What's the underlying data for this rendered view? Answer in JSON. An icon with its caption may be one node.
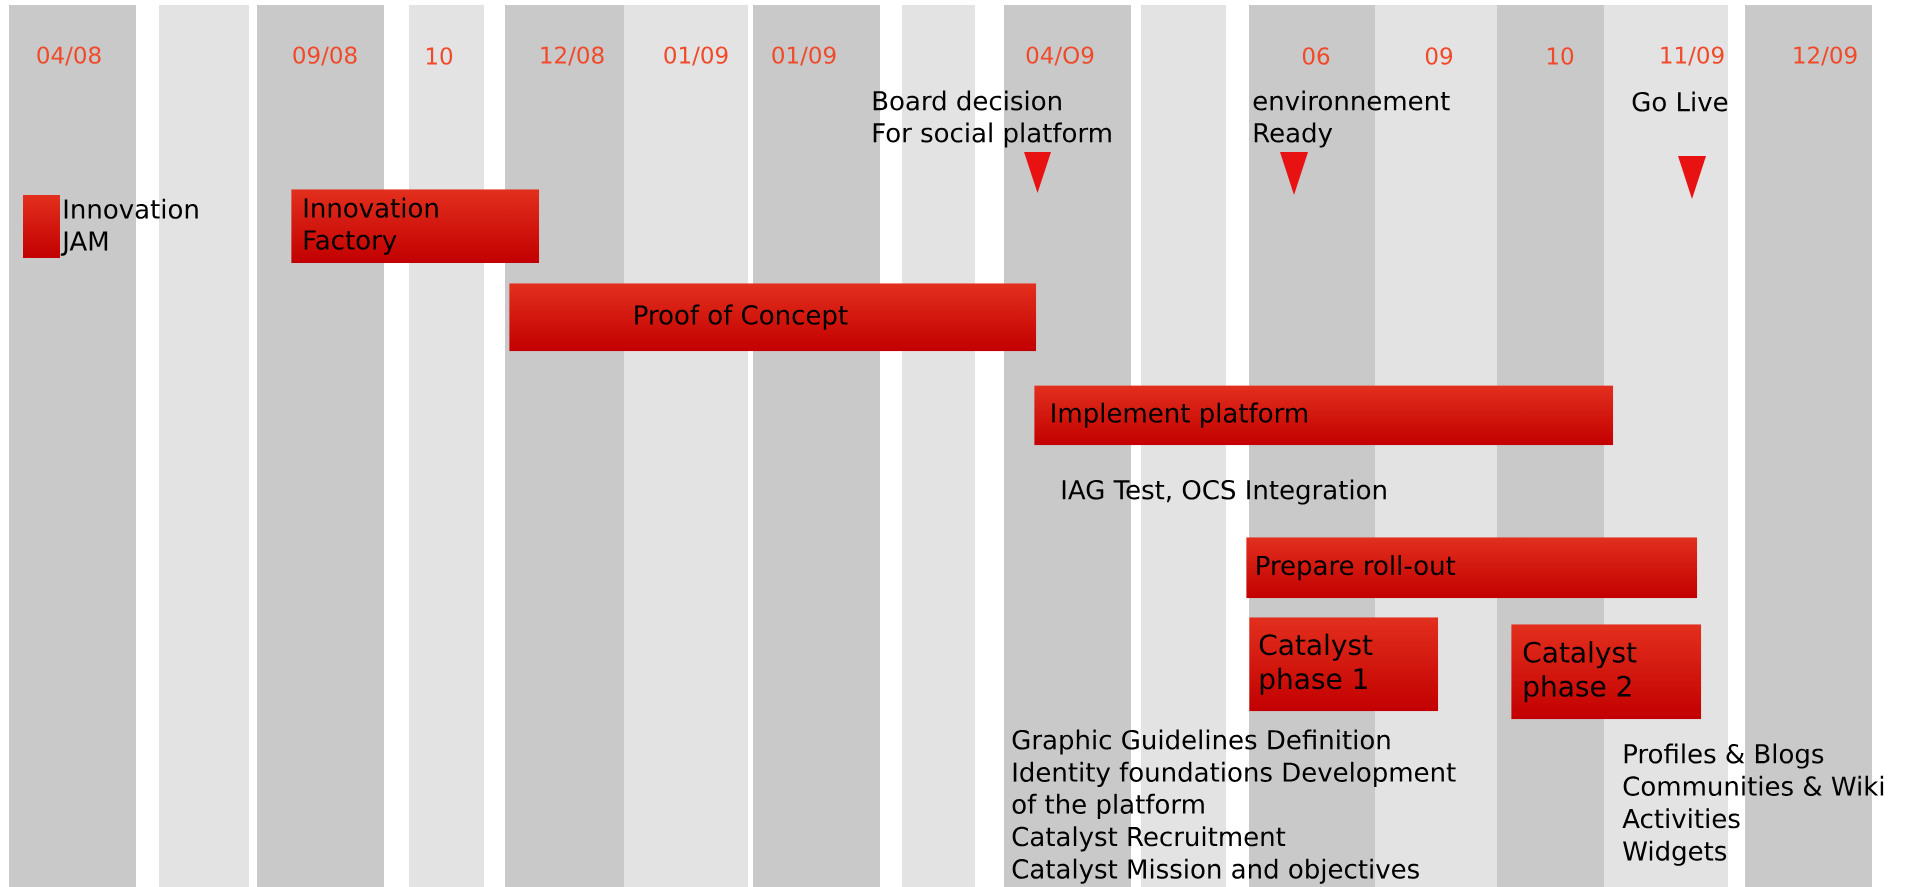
{
  "diagram": {
    "nodes": [
      {
        "text": [
          "Innovation JAM"
        ]
      },
      {
        "text": [
          "Innovation Factory"
        ]
      },
      {
        "text": [
          "Proof of Concept"
        ]
      },
      {
        "text": [
          "Implement platform"
        ],
        "beside": [
          "IAG Test, OCS Integration"
        ]
      },
      {
        "text": [
          "Prepare roll-out"
        ]
      },
      {
        "text": [
          "Catalyst phase 1"
        ],
        "beside": [
          "Graphic Guidelines Definition",
          "Identity foundations Development of the platform",
          "Catalyst Recruitment",
          "Catalyst Mission and objectives"
        ]
      },
      {
        "text": [
          "Catalyst phase 2"
        ],
        "beside": [
          "Profiles & Blogs",
          "Communities & Wiki",
          "Activities",
          "Widgets"
        ]
      },
      {
        "text": [
          "Board decision For social platform"
        ]
      },
      {
        "text": [
          "environnement Ready"
        ]
      },
      {
        "text": [
          "Go Live"
        ]
      }
    ],
    "labels": [
      "04/08",
      "09/08",
      "10",
      "12/08",
      "01/09",
      "01/09",
      "04/O9",
      "06",
      "09",
      "10",
      "11/09",
      "12/09"
    ]
  }
}
